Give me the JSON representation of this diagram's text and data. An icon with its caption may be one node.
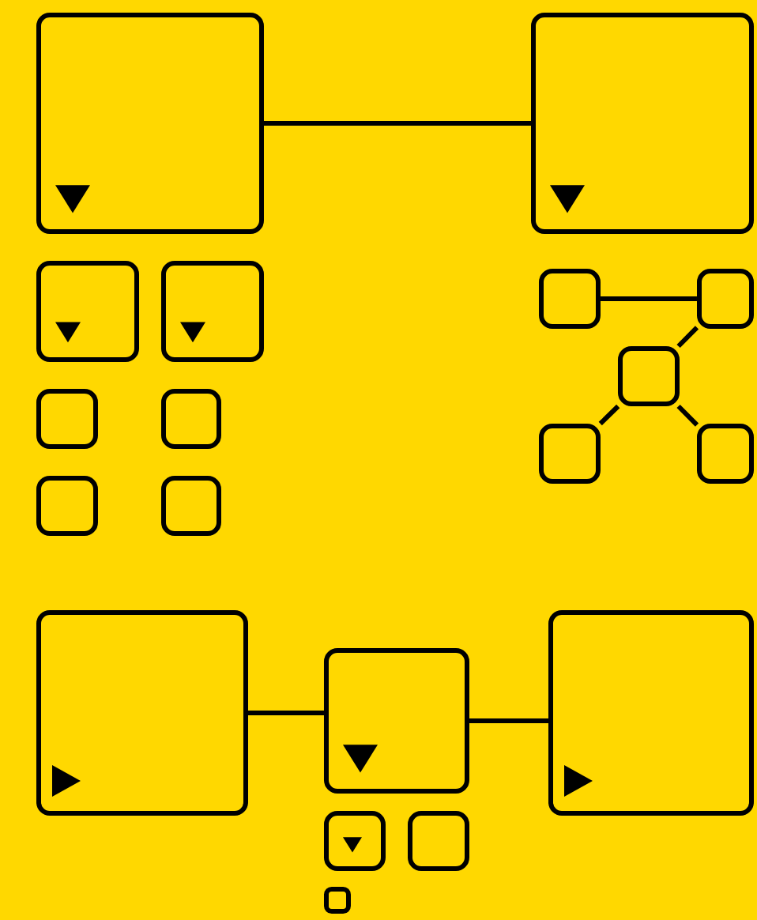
{
  "diagram": {
    "nodes": [
      {
        "text": [],
        "shape": "box"
      },
      {
        "text": [],
        "shape": "box"
      },
      {
        "text": [],
        "shape": "box"
      },
      {
        "text": [],
        "shape": "box"
      },
      {
        "text": [],
        "shape": "box"
      },
      {
        "text": [],
        "shape": "box"
      },
      {
        "text": [],
        "shape": "box"
      },
      {
        "text": [],
        "shape": "box"
      },
      {
        "text": [],
        "shape": "box"
      },
      {
        "text": [],
        "shape": "box"
      },
      {
        "text": [],
        "shape": "box"
      },
      {
        "text": [],
        "shape": "box"
      },
      {
        "text": [],
        "shape": "box"
      },
      {
        "text": [],
        "shape": "box"
      },
      {
        "text": [],
        "shape": "box"
      },
      {
        "text": [],
        "shape": "box"
      },
      {
        "text": [],
        "shape": "box"
      },
      {
        "text": [],
        "shape": "box"
      },
      {
        "text": [],
        "shape": "box"
      }
    ],
    "edges": [
      {
        "from": 0,
        "to": 1,
        "arrow": "none"
      },
      {
        "from": 4,
        "to": 5,
        "arrow": "none"
      },
      {
        "from": 6,
        "to": 5,
        "arrow": "none"
      },
      {
        "from": 6,
        "to": 11,
        "arrow": "none"
      },
      {
        "from": 6,
        "to": 12,
        "arrow": "none"
      },
      {
        "from": 13,
        "to": 14,
        "arrow": "none"
      },
      {
        "from": 14,
        "to": 15,
        "arrow": "none"
      }
    ]
  }
}
